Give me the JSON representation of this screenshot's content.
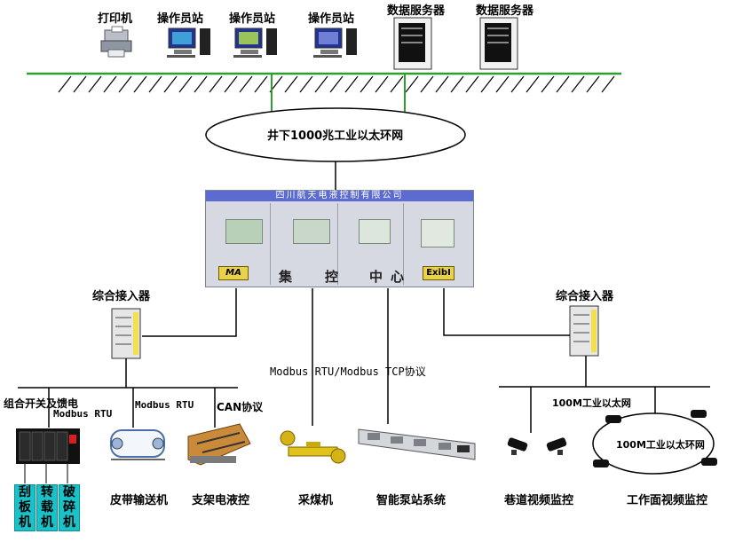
{
  "top_devices": {
    "printer": "打印机",
    "operator1": "操作员站",
    "operator2": "操作员站",
    "operator3": "操作员站",
    "server1": "数据服务器",
    "server2": "数据服务器"
  },
  "ring_network": "井下1000兆工业以太环网",
  "cabinet": {
    "company": "四川航天电液控制有限公司",
    "chars": [
      "集",
      "控",
      "中",
      "心"
    ],
    "badge_left": "MA",
    "badge_right": "ExibI"
  },
  "left_access": "综合接入器",
  "right_access": "综合接入器",
  "protocol_main": "Modbus RTU/Modbus TCP协议",
  "left_branch": {
    "switch_label": "组合开关及馈电",
    "modbus1": "Modbus RTU",
    "modbus2": "Modbus RTU",
    "can": "CAN协议",
    "boxes": [
      {
        "chars": [
          "刮",
          "板",
          "机"
        ]
      },
      {
        "chars": [
          "转",
          "载",
          "机"
        ]
      },
      {
        "chars": [
          "破",
          "碎",
          "机"
        ]
      }
    ],
    "belt": "皮带输送机",
    "support": "支架电液控"
  },
  "center": {
    "shearer": "采煤机",
    "pump": "智能泵站系统"
  },
  "right_branch": {
    "net100_top": "100M工业以太网",
    "net100_ring": "100M工业以太环网",
    "roadway": "巷道视频监控",
    "face": "工作面视频监控"
  },
  "colors": {
    "bus_green": "#2e9e2e",
    "cyan_box": "#19c2c8",
    "cabinet_top": "#5c6bd1",
    "badge_yellow": "#e8d24a"
  }
}
